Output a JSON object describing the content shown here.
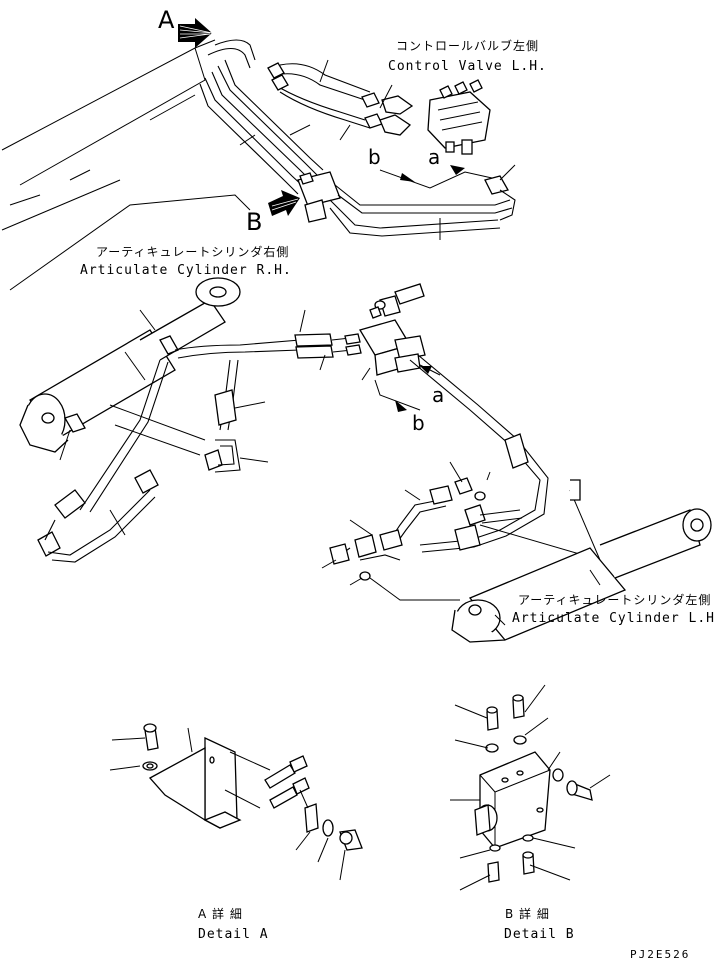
{
  "labels": {
    "control_valve_jp": "コントロールバルブ左側",
    "control_valve_en": "Control Valve L.H.",
    "cyl_rh_jp": "アーティキュレートシリンダ右側",
    "cyl_rh_en": "Articulate Cylinder R.H.",
    "cyl_lh_jp": "アーティキュレートシリンダ左側",
    "cyl_lh_en": "Articulate Cylinder L.H.",
    "view_a": "A",
    "view_b": "B",
    "conn_a_top": "a",
    "conn_b_top": "b",
    "conn_a_mid": "a",
    "conn_b_mid": "b",
    "detail_a_jp": "A 詳 細",
    "detail_a_en": "Detail A",
    "detail_b_jp": "B 詳 細",
    "detail_b_en": "Detail B",
    "drawing_code": "PJ2E526"
  }
}
